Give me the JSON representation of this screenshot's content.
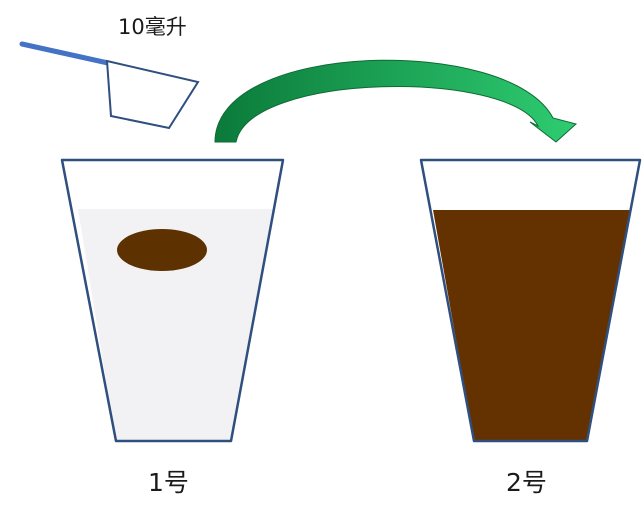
{
  "scoop": {
    "volume_label": "10毫升",
    "handle_color": "#4472C4",
    "outline_color": "#2F4F7F"
  },
  "transfer_arrow": {
    "color_start": "#0B7A3A",
    "color_end": "#2ECC71"
  },
  "cups": [
    {
      "label": "1号",
      "liquid_color": "#F2F2F4",
      "outline_color": "#2F4F7F",
      "blob_color": "#5E3100"
    },
    {
      "label": "2号",
      "liquid_color": "#643200",
      "outline_color": "#2F4F7F"
    }
  ]
}
